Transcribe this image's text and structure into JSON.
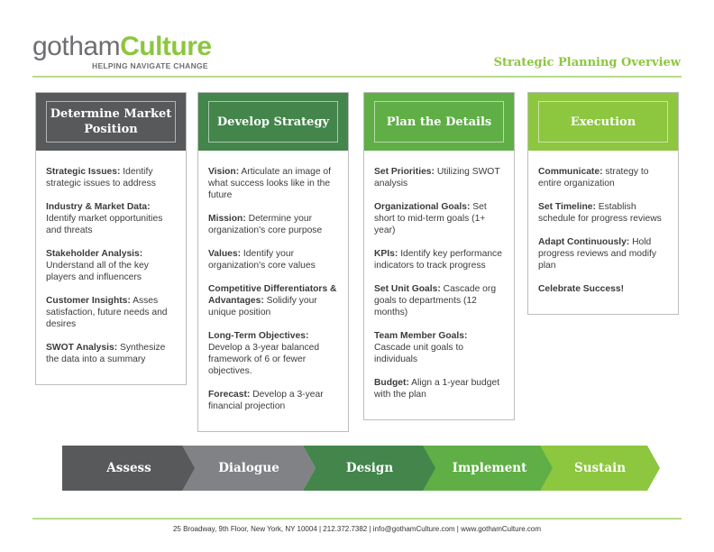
{
  "logo": {
    "part1": "gotham",
    "part2": "Culture",
    "tagline": "HELPING NAVIGATE CHANGE"
  },
  "title": "Strategic Planning Overview",
  "colors": {
    "dark": "#58595b",
    "green1": "#43854b",
    "green2": "#5fae46",
    "green3": "#8dc63f",
    "gray": "#808285"
  },
  "columns": [
    {
      "title": "Determine Market Position",
      "items": [
        {
          "label": "Strategic Issues:",
          "text": " Identify strategic issues to address"
        },
        {
          "label": "Industry & Market Data:",
          "text": " Identify market opportunities and threats"
        },
        {
          "label": "Stakeholder Analysis:",
          "text": " Understand all of the key players and influencers"
        },
        {
          "label": "Customer Insights:",
          "text": " Asses satisfaction, future needs and desires"
        },
        {
          "label": "SWOT Analysis:",
          "text": " Synthesize the data into a summary"
        }
      ]
    },
    {
      "title": "Develop Strategy",
      "items": [
        {
          "label": "Vision:",
          "text": " Articulate an image of what success looks like in the future"
        },
        {
          "label": "Mission:",
          "text": " Determine your organization's core purpose"
        },
        {
          "label": "Values:",
          "text": " Identify your organization's core values"
        },
        {
          "label": "Competitive Differentiators & Advantages:",
          "text": " Solidify your unique position"
        },
        {
          "label": "Long-Term Objectives:",
          "text": " Develop a 3-year balanced framework of 6 or fewer objectives."
        },
        {
          "label": "Forecast:",
          "text": " Develop a 3-year financial projection"
        }
      ]
    },
    {
      "title": "Plan the Details",
      "items": [
        {
          "label": "Set Priorities:",
          "text": " Utilizing SWOT analysis"
        },
        {
          "label": "Organizational Goals:",
          "text": " Set short to mid-term goals (1+ year)"
        },
        {
          "label": "KPIs:",
          "text": " Identify key performance indicators to track progress"
        },
        {
          "label": "Set Unit Goals:",
          "text": " Cascade org goals to departments (12 months)"
        },
        {
          "label": "Team Member Goals:",
          "text": " Cascade unit goals to individuals"
        },
        {
          "label": "Budget:",
          "text": " Align a 1-year budget with the plan"
        }
      ]
    },
    {
      "title": "Execution",
      "items": [
        {
          "label": "Communicate:",
          "text": " strategy to entire organization"
        },
        {
          "label": "Set Timeline:",
          "text": " Establish schedule for progress reviews"
        },
        {
          "label": "Adapt Continuously:",
          "text": " Hold progress reviews and modify plan"
        },
        {
          "label": "Celebrate Success!",
          "text": ""
        }
      ]
    }
  ],
  "phases": [
    "Assess",
    "Dialogue",
    "Design",
    "Implement",
    "Sustain"
  ],
  "footer": "25 Broadway, 9th Floor, New York, NY 10004 | 212.372.7382 | info@gothamCulture.com | www.gothamCulture.com"
}
